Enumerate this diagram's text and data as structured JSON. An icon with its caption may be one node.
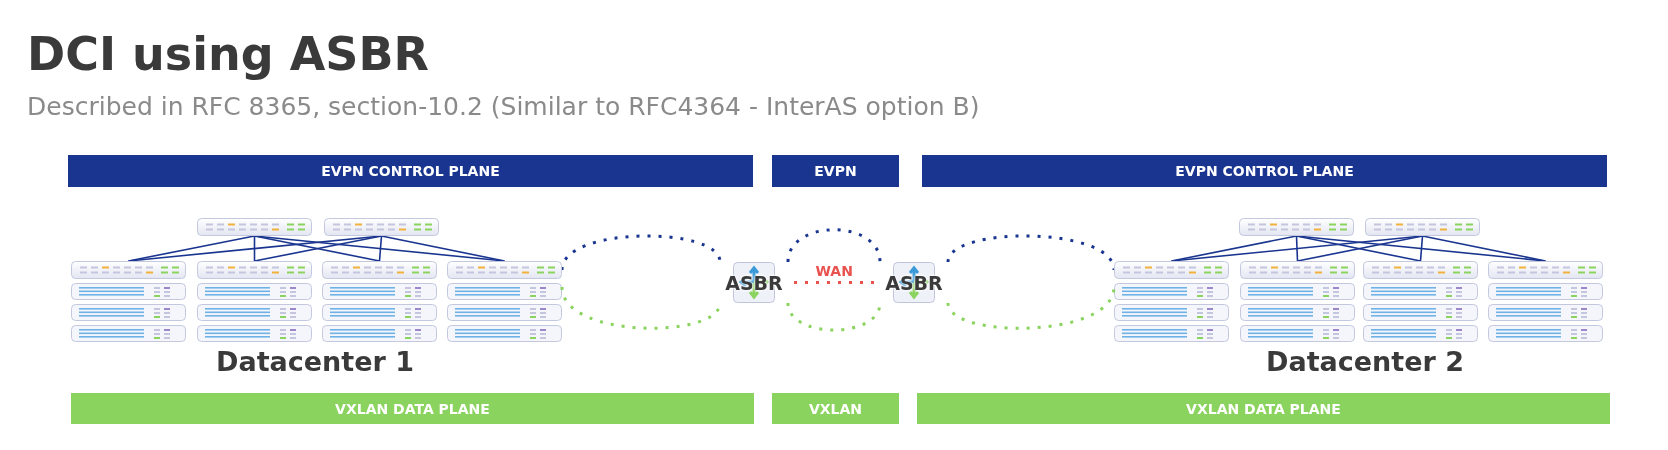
{
  "diagram": {
    "title": "DCI using ASBR",
    "nodes": [
      {
        "text": [
          "EVPN CONTROL PLANE"
        ]
      },
      {
        "text": [
          "EVPN"
        ]
      },
      {
        "text": [
          "EVPN CONTROL PLANE"
        ]
      },
      {
        "text": [],
        "shape": "picture"
      },
      {
        "text": [],
        "shape": "picture"
      },
      {
        "text": [],
        "shape": "picture"
      },
      {
        "text": [],
        "shape": "picture"
      },
      {
        "text": [],
        "shape": "picture"
      },
      {
        "text": [],
        "shape": "picture"
      },
      {
        "text": [
          "ASBR"
        ]
      },
      {
        "text": [
          "ASBR"
        ]
      },
      {
        "text": [],
        "shape": "picture"
      },
      {
        "text": [],
        "shape": "picture"
      },
      {
        "text": [],
        "shape": "picture"
      },
      {
        "text": [],
        "shape": "picture"
      },
      {
        "text": [],
        "shape": "picture"
      },
      {
        "text": [],
        "shape": "picture"
      },
      {
        "text": [
          "VXLAN DATA PLANE"
        ]
      },
      {
        "text": [
          "VXLAN"
        ]
      },
      {
        "text": [
          "VXLAN DATA PLANE"
        ]
      }
    ],
    "edges": [
      {
        "from": 3,
        "to": 5,
        "arrow": "none"
      },
      {
        "from": 3,
        "to": 6,
        "arrow": "none"
      },
      {
        "from": 3,
        "to": 7,
        "arrow": "none"
      },
      {
        "from": 3,
        "to": 8,
        "arrow": "none"
      },
      {
        "from": 4,
        "to": 5,
        "arrow": "none"
      },
      {
        "from": 4,
        "to": 6,
        "arrow": "none"
      },
      {
        "from": 4,
        "to": 7,
        "arrow": "none"
      },
      {
        "from": 4,
        "to": 8,
        "arrow": "none"
      },
      {
        "from": 8,
        "to": 9,
        "arrow": "none",
        "style": "dashed"
      },
      {
        "from": 8,
        "to": 9,
        "arrow": "none",
        "style": "dashed",
        "color": "#8bd35f"
      },
      {
        "from": 9,
        "to": 10,
        "arrow": "none",
        "style": "dashed"
      },
      {
        "from": 9,
        "to": 10,
        "arrow": "none",
        "style": "dashed",
        "color": "#8bd35f"
      },
      {
        "from": 9,
        "to": 10,
        "arrow": "none",
        "style": "dashed",
        "color": "#e8524f",
        "label": "WAN"
      },
      {
        "from": 10,
        "to": 13,
        "arrow": "none",
        "style": "dashed"
      },
      {
        "from": 10,
        "to": 13,
        "arrow": "none",
        "style": "dashed",
        "color": "#8bd35f"
      },
      {
        "from": 11,
        "to": 13,
        "arrow": "none"
      },
      {
        "from": 11,
        "to": 14,
        "arrow": "none"
      },
      {
        "from": 11,
        "to": 15,
        "arrow": "none"
      },
      {
        "from": 11,
        "to": 16,
        "arrow": "none"
      },
      {
        "from": 12,
        "to": 13,
        "arrow": "none"
      },
      {
        "from": 12,
        "to": 14,
        "arrow": "none"
      },
      {
        "from": 12,
        "to": 15,
        "arrow": "none"
      },
      {
        "from": 12,
        "to": 16,
        "arrow": "none"
      }
    ],
    "labels": [
      "Described in RFC 8365, section-10.2 (Similar to RFC4364 - InterAS option B)",
      "Datacenter 1",
      "Datacenter 2"
    ]
  }
}
